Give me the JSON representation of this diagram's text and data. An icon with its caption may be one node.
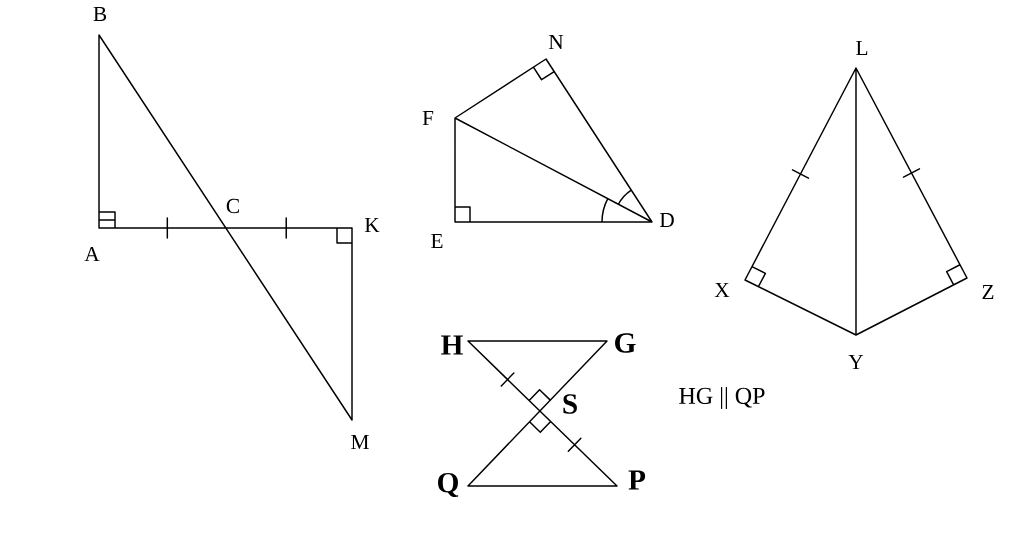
{
  "diagram": {
    "labels": [
      "B",
      "C",
      "K",
      "A",
      "M",
      "N",
      "F",
      "E",
      "D",
      "L",
      "X",
      "Z",
      "Y",
      "H",
      "G",
      "S",
      "Q",
      "P",
      "HG || QP"
    ]
  }
}
